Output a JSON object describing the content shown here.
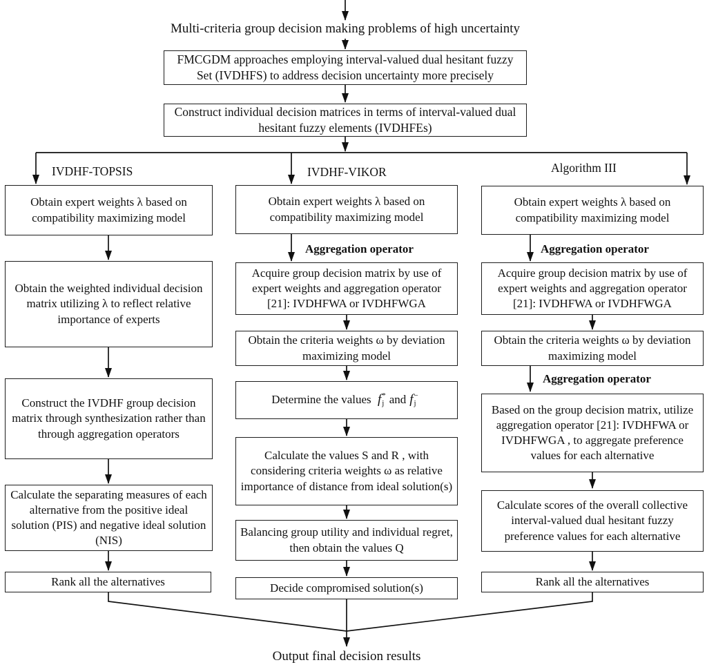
{
  "flow": {
    "top_text": "Multi-criteria group decision making problems of high uncertainty",
    "box_fmcgdm": "FMCGDM approaches employing interval-valued dual hesitant fuzzy Set (IVDHFS) to address decision uncertainty more precisely",
    "box_construct": "Construct individual decision matrices in terms of interval-valued dual hesitant fuzzy elements (IVDHFEs)",
    "output_text": "Output final decision results"
  },
  "branch_labels": {
    "topsis": "IVDHF-TOPSIS",
    "vikor": "IVDHF-VIKOR",
    "algorithm3": "Algorithm III"
  },
  "topsis": {
    "box1": "Obtain expert weights λ based on compatibility maximizing model",
    "box2": "Obtain the weighted individual decision matrix utilizing λ to reflect relative importance of experts",
    "box3": "Construct the IVDHF group decision matrix through synthesization rather than through aggregation operators",
    "box4": "Calculate the separating measures of each alternative from the positive ideal solution (PIS) and negative ideal solution (NIS)",
    "box5": "Rank all the alternatives"
  },
  "vikor": {
    "agg_label": "Aggregation operator",
    "box1": "Obtain expert weights λ based on compatibility maximizing model",
    "box2": "Acquire group decision matrix by use of expert weights and aggregation operator [21]: IVDHFWA or IVDHFWGA",
    "box3": "Obtain the criteria weights ω by deviation maximizing model",
    "box4": {
      "prefix": "Determine the values",
      "f": "f",
      "sup1": "*",
      "sub1": "j",
      "conj": "and",
      "f2": "f",
      "sup2": "−",
      "sub2": "j"
    },
    "box5": "Calculate the values S and R , with considering criteria weights ω as relative importance of distance from ideal solution(s)",
    "box6": "Balancing group utility and individual regret, then obtain the values Q",
    "box7": "Decide compromised solution(s)"
  },
  "algorithm3": {
    "agg_label_1": "Aggregation operator",
    "agg_label_2": "Aggregation operator",
    "box1": "Obtain expert weights λ based on compatibility maximizing model",
    "box2": "Acquire group decision matrix by use of expert weights and aggregation operator [21]: IVDHFWA or IVDHFWGA",
    "box3": "Obtain the criteria weights ω by deviation maximizing model",
    "box4": "Based on the group decision matrix, utilize aggregation operator [21]: IVDHFWA or IVDHFWGA , to aggregate preference values for each alternative",
    "box5": "Calculate scores of the overall collective interval-valued dual hesitant fuzzy preference values for each alternative",
    "box6": "Rank all the alternatives"
  }
}
